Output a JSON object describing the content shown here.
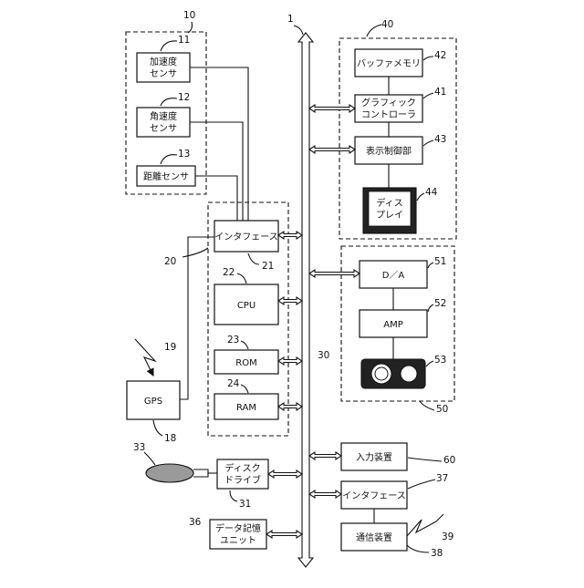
{
  "refs": {
    "bus": "1",
    "sensor_group": "10",
    "accel": "11",
    "gyro": "12",
    "distance": "13",
    "gps": "18",
    "gps_signal": "19",
    "controller_group": "20",
    "interface_main": "21",
    "cpu": "22",
    "rom": "23",
    "ram": "24",
    "bus_line": "30",
    "disk_drive": "31",
    "disk": "33",
    "data_storage": "36",
    "interface_comm": "37",
    "comm_device": "38",
    "comm_signal": "39",
    "display_group": "40",
    "graphic_controller": "41",
    "buffer_memory": "42",
    "display_control": "43",
    "display": "44",
    "audio_group": "50",
    "da": "51",
    "amp": "52",
    "speaker": "53",
    "input_device": "60"
  },
  "labels": {
    "accel_1": "加速度",
    "accel_2": "センサ",
    "gyro_1": "角速度",
    "gyro_2": "センサ",
    "distance": "距離センサ",
    "interface_main": "インタフェース",
    "cpu": "CPU",
    "rom": "ROM",
    "ram": "RAM",
    "gps": "GPS",
    "disk_drive_1": "ディスク",
    "disk_drive_2": "ドライブ",
    "data_storage_1": "データ記憶",
    "data_storage_2": "ユニット",
    "buffer_memory": "バッファメモリ",
    "graphic_controller_1": "グラフィック",
    "graphic_controller_2": "コントローラ",
    "display_control": "表示制御部",
    "display_1": "ディス",
    "display_2": "プレイ",
    "da": "D／A",
    "amp": "AMP",
    "input_device": "入力装置",
    "interface_comm": "インタフェース",
    "comm_device": "通信装置"
  }
}
